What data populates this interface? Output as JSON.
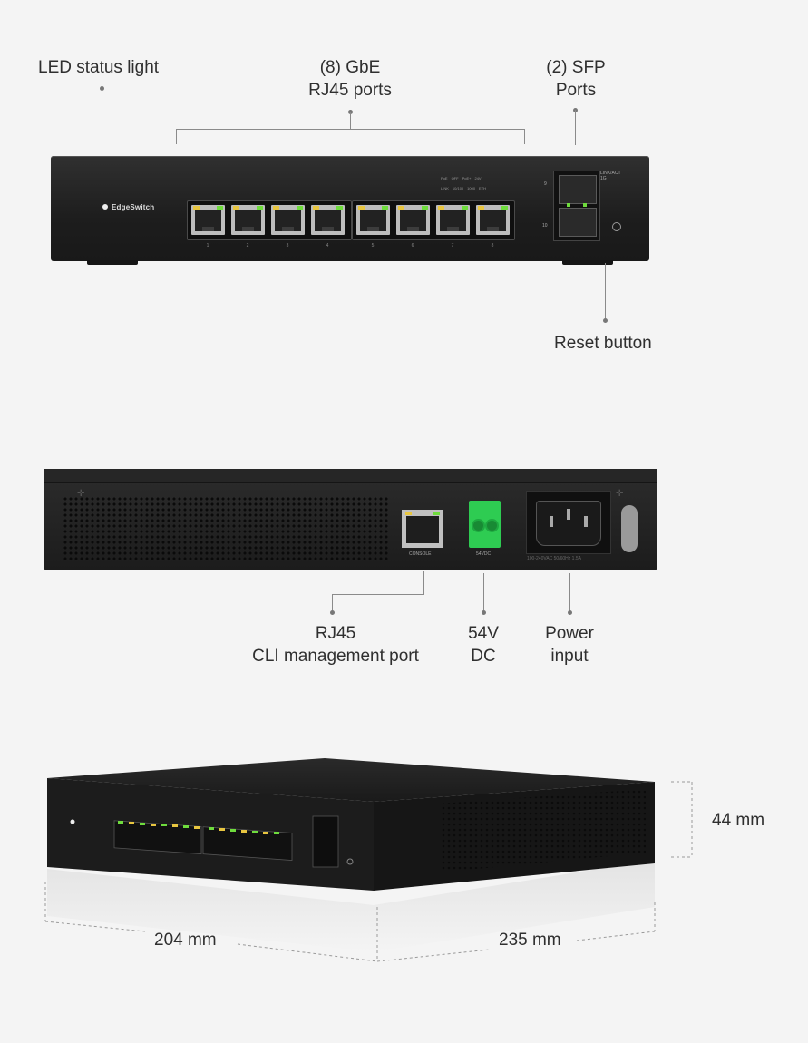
{
  "front_callouts": {
    "led_status": "LED status light",
    "gbe_line1": "(8) GbE",
    "gbe_line2": "RJ45 ports",
    "sfp_line1": "(2) SFP",
    "sfp_line2": "Ports",
    "reset": "Reset button"
  },
  "front_panel": {
    "brand": "EdgeSwitch",
    "port_numbers": [
      "1",
      "2",
      "3",
      "4",
      "5",
      "6",
      "7",
      "8"
    ],
    "sfp_numbers": [
      "9",
      "10"
    ],
    "legend_row1": [
      "PoE",
      "OFF",
      "PoE+",
      "24V"
    ],
    "legend_row2": [
      "LINK",
      "10/100",
      "1000",
      "ETH"
    ],
    "sfp_legend": [
      "LINK/ACT",
      "1G"
    ]
  },
  "back_callouts": {
    "rj45_line1": "RJ45",
    "rj45_line2": "CLI management port",
    "dc_line1": "54V",
    "dc_line2": "DC",
    "power_line1": "Power",
    "power_line2": "input"
  },
  "back_panel": {
    "console_label": "CONSOLE",
    "dc_label": "54VDC",
    "power_rating": "100-240VAC 50/60Hz 1.5A"
  },
  "dimensions": {
    "height": "44 mm",
    "width": "204 mm",
    "depth": "235 mm"
  },
  "colors": {
    "background": "#f4f4f4",
    "device": "#1f1f1f",
    "link_led": "#6fdc3d",
    "poe_led": "#e8c640",
    "dc_terminal": "#2ecc52"
  }
}
